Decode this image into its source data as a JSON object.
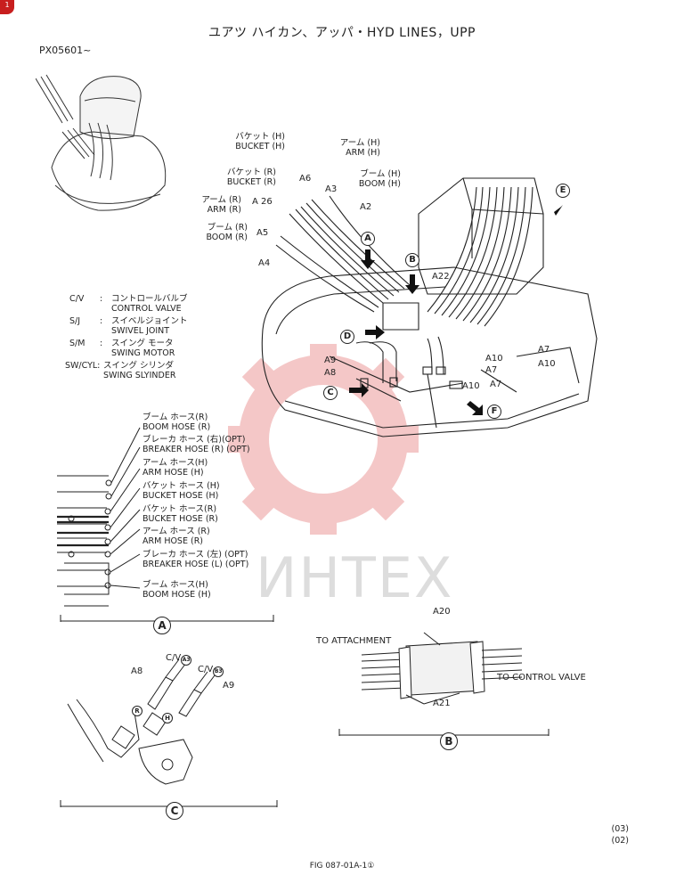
{
  "corner_badge": "1",
  "title": "ユアツ ハイカン、アッパ・HYD LINES，UPP",
  "serial": "PX05601~",
  "legend": [
    {
      "key": "C/V",
      "jp": "コントロールバルブ",
      "en": "CONTROL VALVE"
    },
    {
      "key": "S/J",
      "jp": "スイベルジョイント",
      "en": "SWIVEL JOINT"
    },
    {
      "key": "S/M",
      "jp": "スイング モータ",
      "en": "SWING MOTOR"
    },
    {
      "key": "SW/CYL:",
      "jp": "スイング シリンダ",
      "en": "SWING SLYINDER"
    }
  ],
  "main_labels": {
    "bucket_h_jp": "バケット (H)",
    "bucket_h_en": "BUCKET (H)",
    "arm_h_jp": "アーム (H)",
    "arm_h_en": "ARM (H)",
    "bucket_r_jp": "バケット (R)",
    "bucket_r_en": "BUCKET (R)",
    "boom_h_jp": "ブーム (H)",
    "boom_h_en": "BOOM (H)",
    "arm_r_jp": "アーム (R)",
    "arm_r_en": "ARM (R)",
    "boom_r_jp": "ブーム (R)",
    "boom_r_en": "BOOM (R)",
    "a6": "A6",
    "a3": "A3",
    "a26": "A 26",
    "a2": "A2",
    "a5": "A5",
    "a4": "A4",
    "a22": "A22",
    "a7a": "A7",
    "a7b": "A7",
    "a7c": "A7",
    "a10a": "A10",
    "a10b": "A10",
    "a10c": "A10",
    "a9": "A9",
    "a8": "A8"
  },
  "callouts": {
    "a": "A",
    "b": "B",
    "c": "C",
    "d": "D",
    "e": "E",
    "f": "F"
  },
  "view_a_labels": [
    {
      "jp": "ブーム ホース(R)",
      "en": "BOOM HOSE (R)"
    },
    {
      "jp": "ブレーカ ホース (右)(OPT)",
      "en": "BREAKER HOSE (R) (OPT)"
    },
    {
      "jp": "アーム ホース(H)",
      "en": "ARM  HOSE (H)"
    },
    {
      "jp": "バケット ホース (H)",
      "en": "BUCKET HOSE (H)"
    },
    {
      "jp": "バケット ホース(R)",
      "en": "BUCKET HOSE (R)"
    },
    {
      "jp": "アーム ホース (R)",
      "en": "ARM HOSE   (R)"
    },
    {
      "jp": "ブレーカ ホース (左) (OPT)",
      "en": "BREAKER HOSE (L) (OPT)"
    },
    {
      "jp": "ブーム ホース(H)",
      "en": "BOOM HOSE (H)"
    }
  ],
  "view_b": {
    "a20": "A20",
    "a21": "A21",
    "to_attachment": "TO ATTACHMENT",
    "to_control_valve": "TO CONTROL VALVE"
  },
  "view_c": {
    "a8": "A8",
    "a9": "A9",
    "cv1": "C/V",
    "cv1_port": "A3",
    "cv2": "C/V",
    "cv2_port": "B3",
    "r": "R",
    "h": "H"
  },
  "watermark": "ИНТЕХ",
  "revisions": [
    "(03)",
    "(02)"
  ],
  "figure": "FIG  087-01A-1①"
}
